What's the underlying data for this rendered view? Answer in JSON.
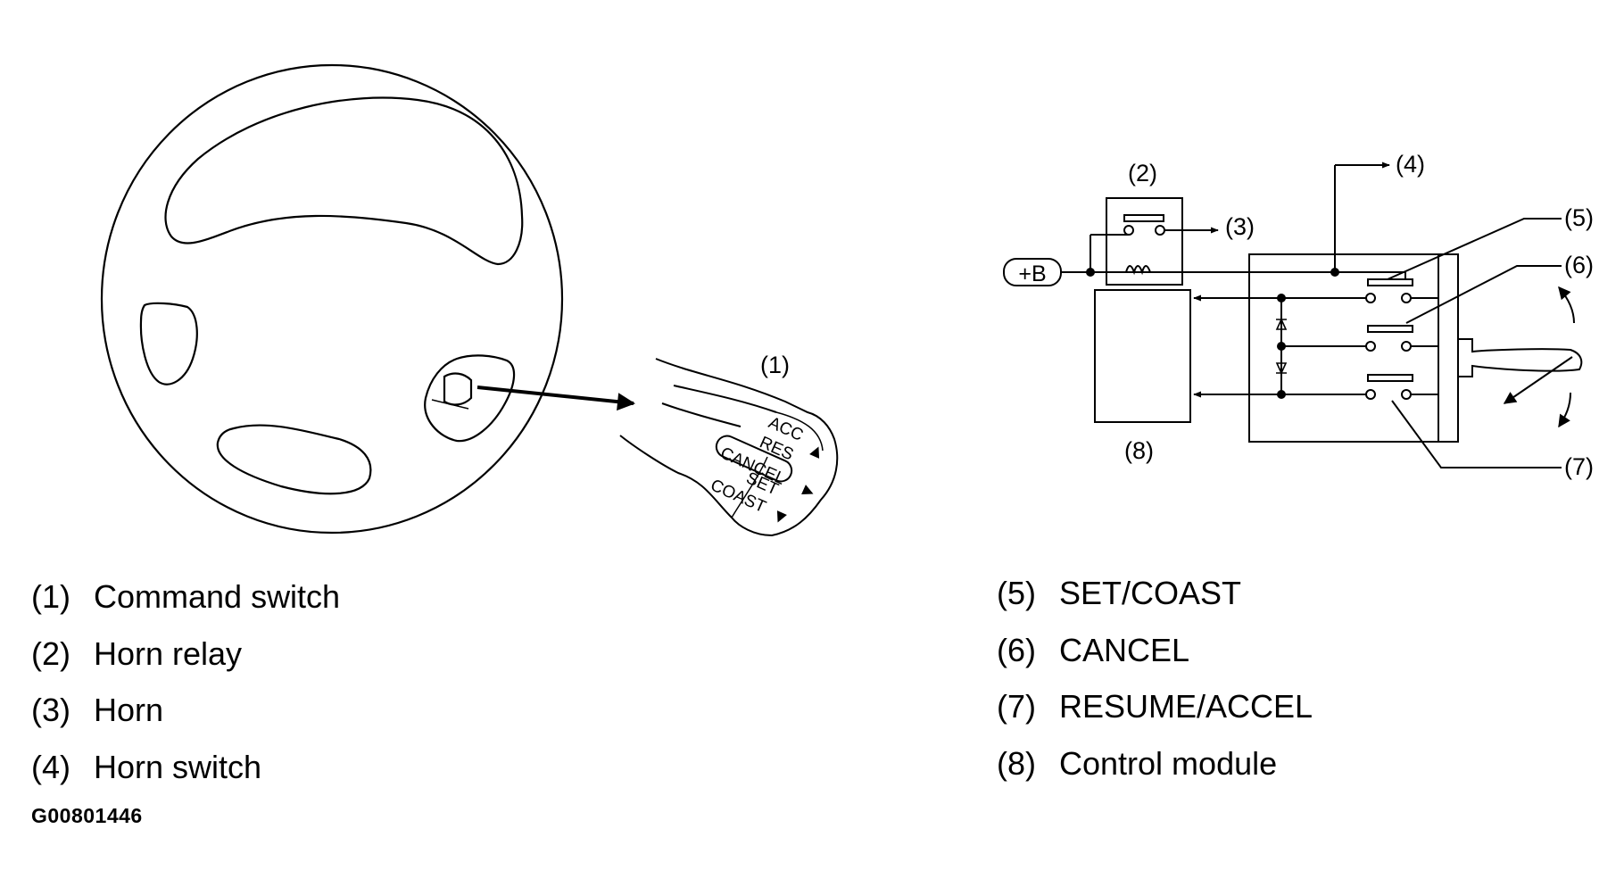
{
  "callouts": {
    "c1": "(1)",
    "c2": "(2)",
    "c3": "(3)",
    "c4": "(4)",
    "c5": "(5)",
    "c6": "(6)",
    "c7": "(7)",
    "c8": "(8)"
  },
  "switch_labels": [
    "ACC",
    "RES",
    "CANCEL",
    "SET",
    "COAST"
  ],
  "power_label": "+B",
  "legend_left": [
    {
      "num": "(1)",
      "label": "Command switch"
    },
    {
      "num": "(2)",
      "label": "Horn relay"
    },
    {
      "num": "(3)",
      "label": "Horn"
    },
    {
      "num": "(4)",
      "label": "Horn switch"
    }
  ],
  "legend_right": [
    {
      "num": "(5)",
      "label": "SET/COAST"
    },
    {
      "num": "(6)",
      "label": "CANCEL"
    },
    {
      "num": "(7)",
      "label": "RESUME/ACCEL"
    },
    {
      "num": "(8)",
      "label": "Control module"
    }
  ],
  "figure_code": "G00801446"
}
